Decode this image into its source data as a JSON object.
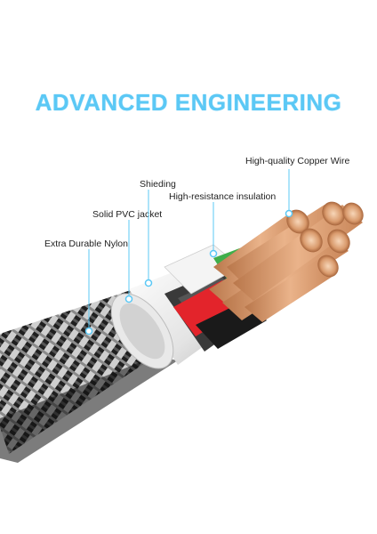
{
  "headline": "ADVANCED ENGINEERING",
  "labels": {
    "copper": "High-quality Copper Wire",
    "shielding": "Shieding",
    "insulation": "High-resistance insulation",
    "pvc": "Solid PVC jacket",
    "nylon": "Extra Durable Nylon"
  },
  "colors": {
    "accent": "#5bc8f5",
    "copper": "#d9996c",
    "red_wire": "#e3242b",
    "white_wire": "#f2f2f2",
    "braid": "#2a2a2a"
  }
}
